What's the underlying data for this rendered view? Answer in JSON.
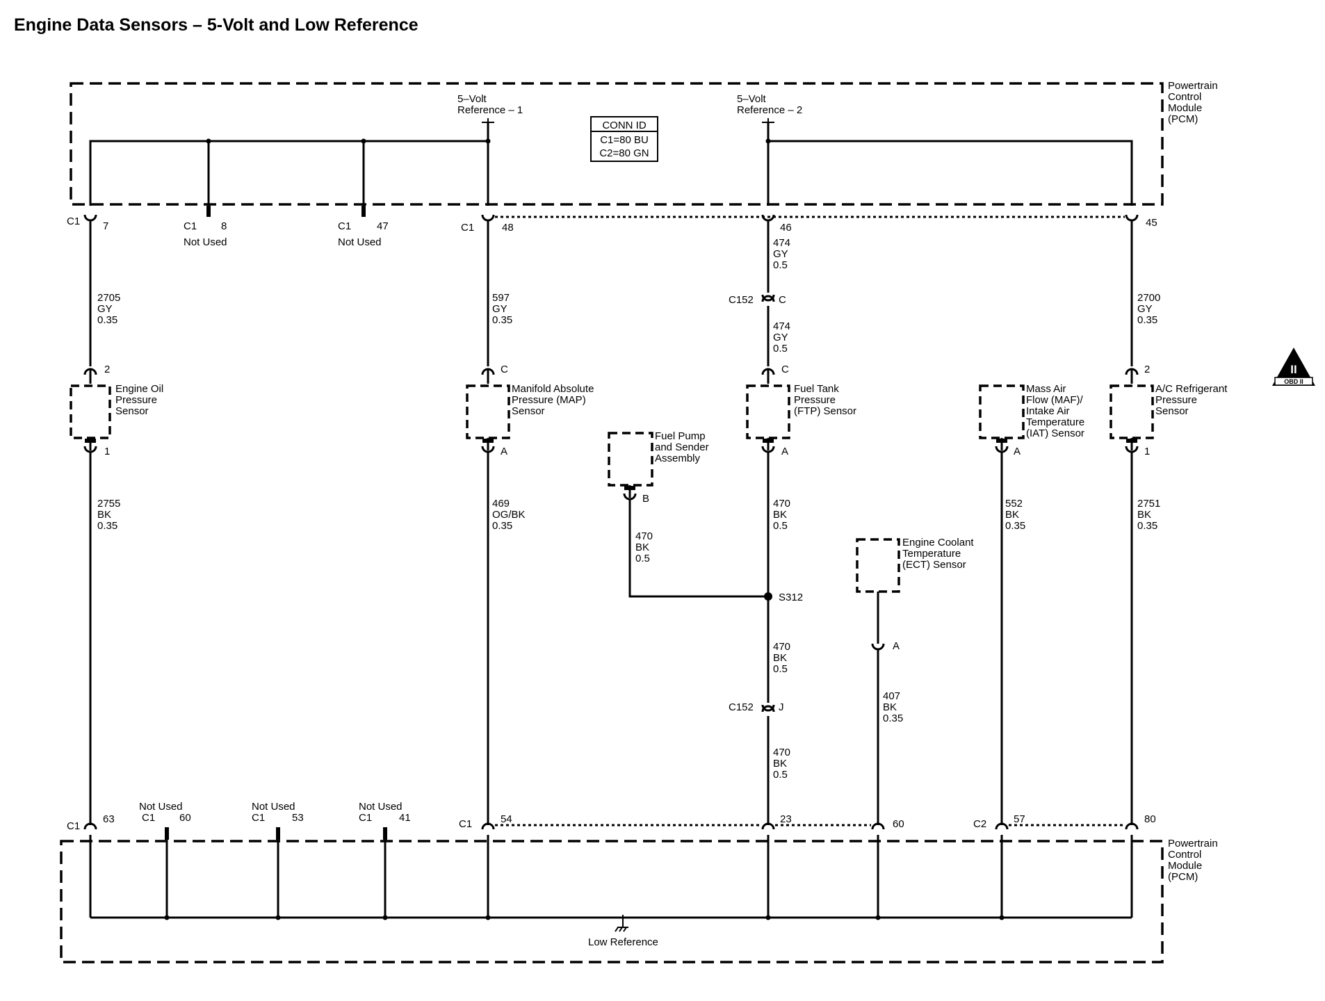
{
  "title": "Engine Data Sensors – 5-Volt and Low Reference",
  "pcm_label": [
    "Powertrain",
    "Control",
    "Module",
    "(PCM)"
  ],
  "conn_id": {
    "header": "CONN ID",
    "lines": [
      "C1=80 BU",
      "C2=80 GN"
    ]
  },
  "references": [
    [
      "5–Volt",
      "Reference – 1"
    ],
    [
      "5–Volt",
      "Reference – 2"
    ]
  ],
  "not_used": "Not Used",
  "low_reference": "Low Reference",
  "top_pins": [
    {
      "conn": "C1",
      "pin": "7"
    },
    {
      "conn": "C1",
      "pin": "8"
    },
    {
      "conn": "C1",
      "pin": "47"
    },
    {
      "conn": "C1",
      "pin": "48"
    },
    {
      "conn": "",
      "pin": "46"
    },
    {
      "conn": "",
      "pin": "45"
    }
  ],
  "bottom_pins": [
    {
      "conn": "C1",
      "pin": "63"
    },
    {
      "conn": "C1",
      "pin": "60"
    },
    {
      "conn": "C1",
      "pin": "53"
    },
    {
      "conn": "C1",
      "pin": "41"
    },
    {
      "conn": "C1",
      "pin": "54"
    },
    {
      "conn": "",
      "pin": "23"
    },
    {
      "conn": "",
      "pin": "60"
    },
    {
      "conn": "C2",
      "pin": "57"
    },
    {
      "conn": "",
      "pin": "80"
    }
  ],
  "wires": {
    "eop_ref": [
      "2705",
      "GY",
      "0.35"
    ],
    "map_ref": [
      "597",
      "GY",
      "0.35"
    ],
    "ftp_ref_upper": [
      "474",
      "GY",
      "0.5"
    ],
    "ftp_ref_lower": [
      "474",
      "GY",
      "0.5"
    ],
    "ac_ref": [
      "2700",
      "GY",
      "0.35"
    ],
    "eop_low": [
      "2755",
      "BK",
      "0.35"
    ],
    "map_low": [
      "469",
      "OG/BK",
      "0.35"
    ],
    "fuel_pump_low": [
      "470",
      "BK",
      "0.5"
    ],
    "ftp_low": [
      "470",
      "BK",
      "0.5"
    ],
    "s312_low": [
      "470",
      "BK",
      "0.5"
    ],
    "c152j_low": [
      "470",
      "BK",
      "0.5"
    ],
    "ect_low": [
      "407",
      "BK",
      "0.35"
    ],
    "maf_low": [
      "552",
      "BK",
      "0.35"
    ],
    "ac_low": [
      "2751",
      "BK",
      "0.35"
    ]
  },
  "components": {
    "eop": [
      "Engine Oil",
      "Pressure",
      "Sensor"
    ],
    "map": [
      "Manifold Absolute",
      "Pressure (MAP)",
      "Sensor"
    ],
    "fuel_pump": [
      "Fuel Pump",
      "and Sender",
      "Assembly"
    ],
    "ftp": [
      "Fuel Tank",
      "Pressure",
      "(FTP) Sensor"
    ],
    "maf": [
      "Mass Air",
      "Flow (MAF)/",
      "Intake Air",
      "Temperature",
      "(IAT) Sensor"
    ],
    "ac": [
      "A/C Refrigerant",
      "Pressure",
      "Sensor"
    ],
    "ect": [
      "Engine Coolant",
      "Temperature",
      "(ECT) Sensor"
    ]
  },
  "sensor_pins": {
    "eop_top": "2",
    "eop_bottom": "1",
    "map_top": "C",
    "map_bottom": "A",
    "ftp_top": "C",
    "ftp_bottom": "A",
    "maf_bottom": "A",
    "ac_top": "2",
    "ac_bottom": "1",
    "fuel_pump_bottom": "B",
    "ect_bottom": "A"
  },
  "inline_connectors": [
    {
      "name": "C152",
      "pin": "C"
    },
    {
      "name": "C152",
      "pin": "J"
    }
  ],
  "splice": "S312",
  "obd_badge": {
    "symbol": "II",
    "text": "OBD II"
  }
}
